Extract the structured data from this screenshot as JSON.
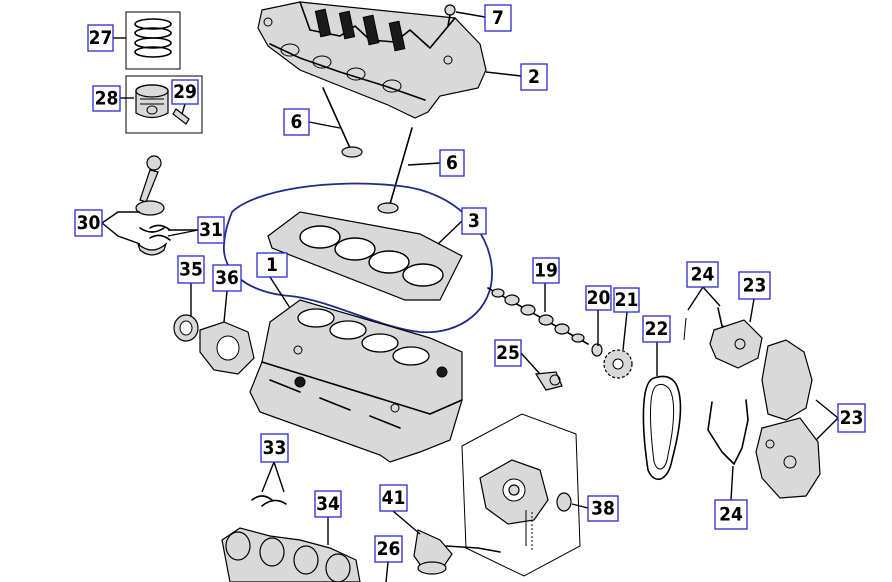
{
  "callouts": [
    {
      "id": "c1",
      "label": "1"
    },
    {
      "id": "c2",
      "label": "2"
    },
    {
      "id": "c3",
      "label": "3"
    },
    {
      "id": "c6a",
      "label": "6"
    },
    {
      "id": "c6b",
      "label": "6"
    },
    {
      "id": "c7",
      "label": "7"
    },
    {
      "id": "c19",
      "label": "19"
    },
    {
      "id": "c20",
      "label": "20"
    },
    {
      "id": "c21",
      "label": "21"
    },
    {
      "id": "c22",
      "label": "22"
    },
    {
      "id": "c23a",
      "label": "23"
    },
    {
      "id": "c23b",
      "label": "23"
    },
    {
      "id": "c24a",
      "label": "24"
    },
    {
      "id": "c24b",
      "label": "24"
    },
    {
      "id": "c25",
      "label": "25"
    },
    {
      "id": "c26",
      "label": "26"
    },
    {
      "id": "c27",
      "label": "27"
    },
    {
      "id": "c28",
      "label": "28"
    },
    {
      "id": "c29",
      "label": "29"
    },
    {
      "id": "c30",
      "label": "30"
    },
    {
      "id": "c31",
      "label": "31"
    },
    {
      "id": "c33",
      "label": "33"
    },
    {
      "id": "c34",
      "label": "34"
    },
    {
      "id": "c35",
      "label": "35"
    },
    {
      "id": "c36",
      "label": "36"
    },
    {
      "id": "c38",
      "label": "38"
    },
    {
      "id": "c41",
      "label": "41"
    }
  ],
  "colors": {
    "callout_border": "#2a2ad0",
    "highlight_outline": "#1f2a8a",
    "line_art": "#000000",
    "background": "#ffffff"
  }
}
